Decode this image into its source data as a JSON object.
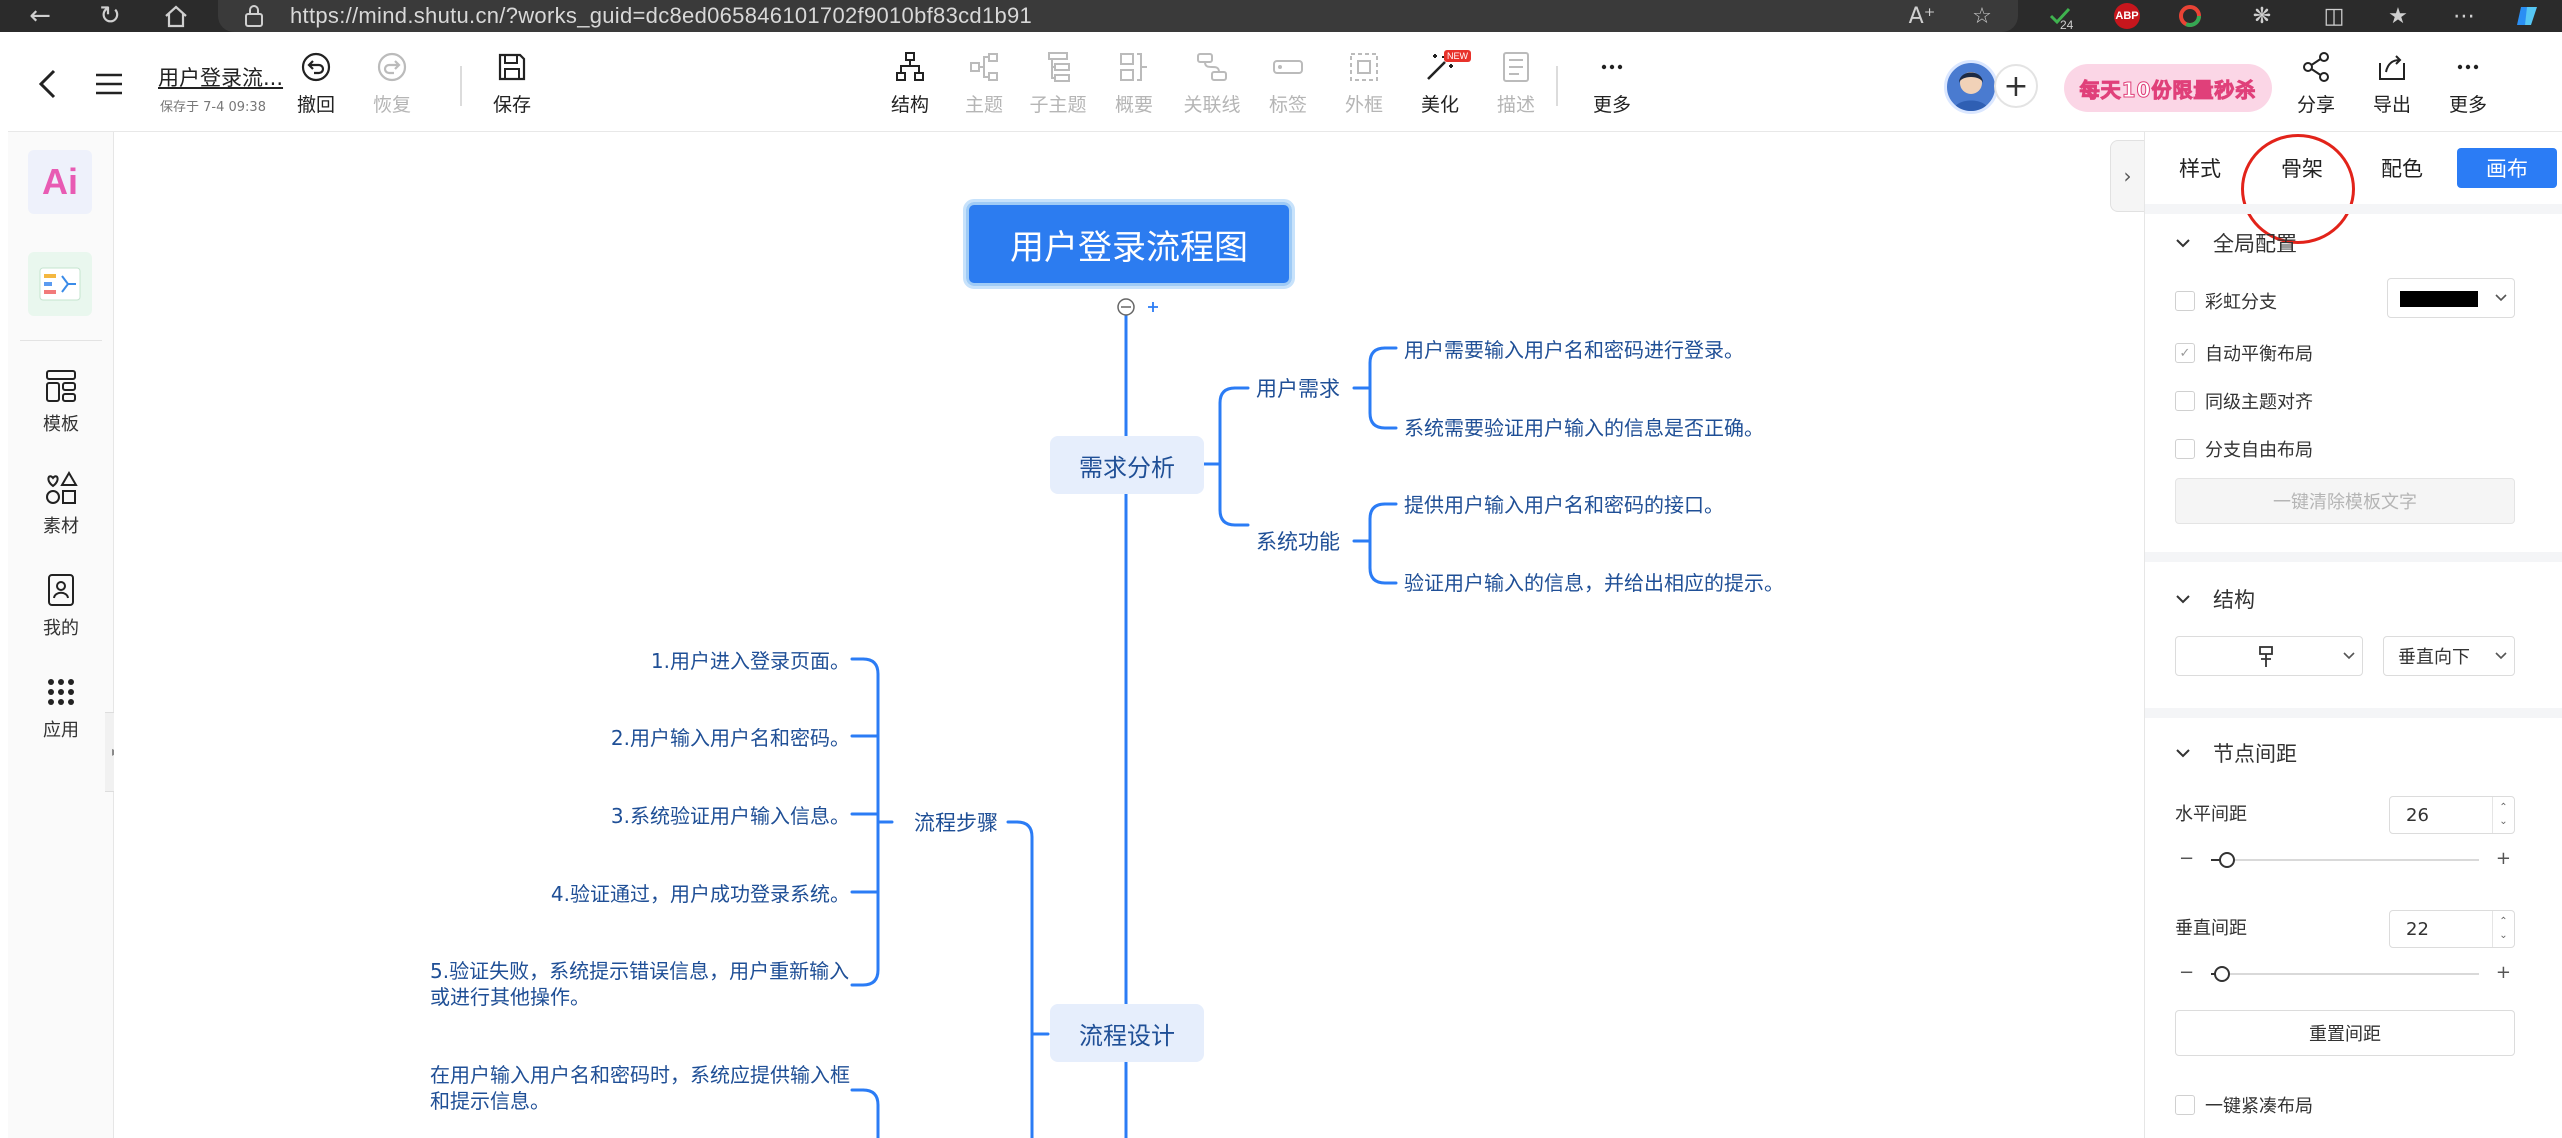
{
  "browser": {
    "url": "https://mind.shutu.cn/?works_guid=dc8ed065846101702f9010bf83cd1b91",
    "extension_badge": "24",
    "abp_label": "ABP"
  },
  "header": {
    "doc_title": "用户登录流...",
    "saved_status": "保存于 7-4 09:38",
    "undo": "撤回",
    "redo": "恢复",
    "save": "保存",
    "tools": {
      "structure": "结构",
      "topic": "主题",
      "subtopic": "子主题",
      "summary": "概要",
      "relation": "关联线",
      "tag": "标签",
      "frame": "外框",
      "beautify": "美化",
      "describe": "描述",
      "more": "更多"
    },
    "beautify_badge": "NEW",
    "promo": "每天10份限量秒杀",
    "share": "分享",
    "export": "导出",
    "more": "更多"
  },
  "left_sidebar": {
    "ai": "Ai",
    "items": [
      {
        "label": "模板"
      },
      {
        "label": "素材"
      },
      {
        "label": "我的"
      },
      {
        "label": "应用"
      }
    ]
  },
  "mindmap": {
    "root": "用户登录流程图",
    "main": [
      "需求分析",
      "流程设计"
    ],
    "subs": [
      "用户需求",
      "系统功能",
      "流程步骤"
    ],
    "leaves": {
      "req1": "用户需要输入用户名和密码进行登录。",
      "req2": "系统需要验证用户输入的信息是否正确。",
      "func1": "提供用户输入用户名和密码的接口。",
      "func2": "验证用户输入的信息，并给出相应的提示。",
      "step1": "1.用户进入登录页面。",
      "step2": "2.用户输入用户名和密码。",
      "step3": "3.系统验证用户输入信息。",
      "step4": "4.验证通过，用户成功登录系统。",
      "step5": "5.验证失败，系统提示错误信息，用户重新输入或进行其他操作。",
      "extra": "在用户输入用户名和密码时，系统应提供输入框和提示信息。"
    }
  },
  "right_panel": {
    "tabs": [
      "样式",
      "骨架",
      "配色",
      "画布"
    ],
    "active_tab": "画布",
    "global": {
      "title": "全局配置",
      "rainbow": "彩虹分支",
      "rainbow_color": "#000000",
      "auto_balance": "自动平衡布局",
      "align_same_level": "同级主题对齐",
      "free_branch": "分支自由布局",
      "clear_template_text": "一键清除模板文字"
    },
    "structure": {
      "title": "结构",
      "direction": "垂直向下"
    },
    "spacing": {
      "title": "节点间距",
      "horizontal_label": "水平间距",
      "horizontal_value": "26",
      "horizontal_level": 0.06,
      "vertical_label": "垂直间距",
      "vertical_value": "22",
      "vertical_level": 0.04,
      "reset": "重置间距",
      "compact": "一键紧凑布局"
    }
  },
  "colors": {
    "accent": "#2b7cf5",
    "root_node": "#2c7cf0",
    "main_node_bg": "#e6eefc",
    "node_text": "#1f4f96",
    "highlight_circle": "#e2231a"
  }
}
